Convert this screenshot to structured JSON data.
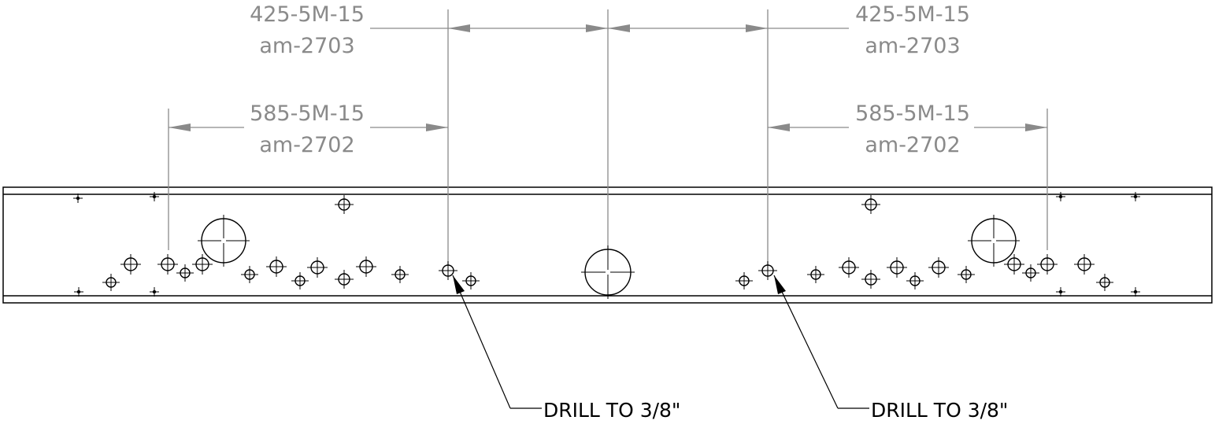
{
  "dimensions": [
    {
      "id": "dim-top-left",
      "part": "425-5M-15",
      "ref": "am-2703"
    },
    {
      "id": "dim-top-right",
      "part": "425-5M-15",
      "ref": "am-2703"
    },
    {
      "id": "dim-mid-left",
      "part": "585-5M-15",
      "ref": "am-2702"
    },
    {
      "id": "dim-mid-right",
      "part": "585-5M-15",
      "ref": "am-2702"
    }
  ],
  "notes": [
    {
      "id": "note-left",
      "text": "DRILL TO 3/8\""
    },
    {
      "id": "note-right",
      "text": "DRILL TO 3/8\""
    }
  ],
  "colors": {
    "dimension": "#8a8a8a",
    "part": "#000000",
    "background": "#ffffff"
  }
}
